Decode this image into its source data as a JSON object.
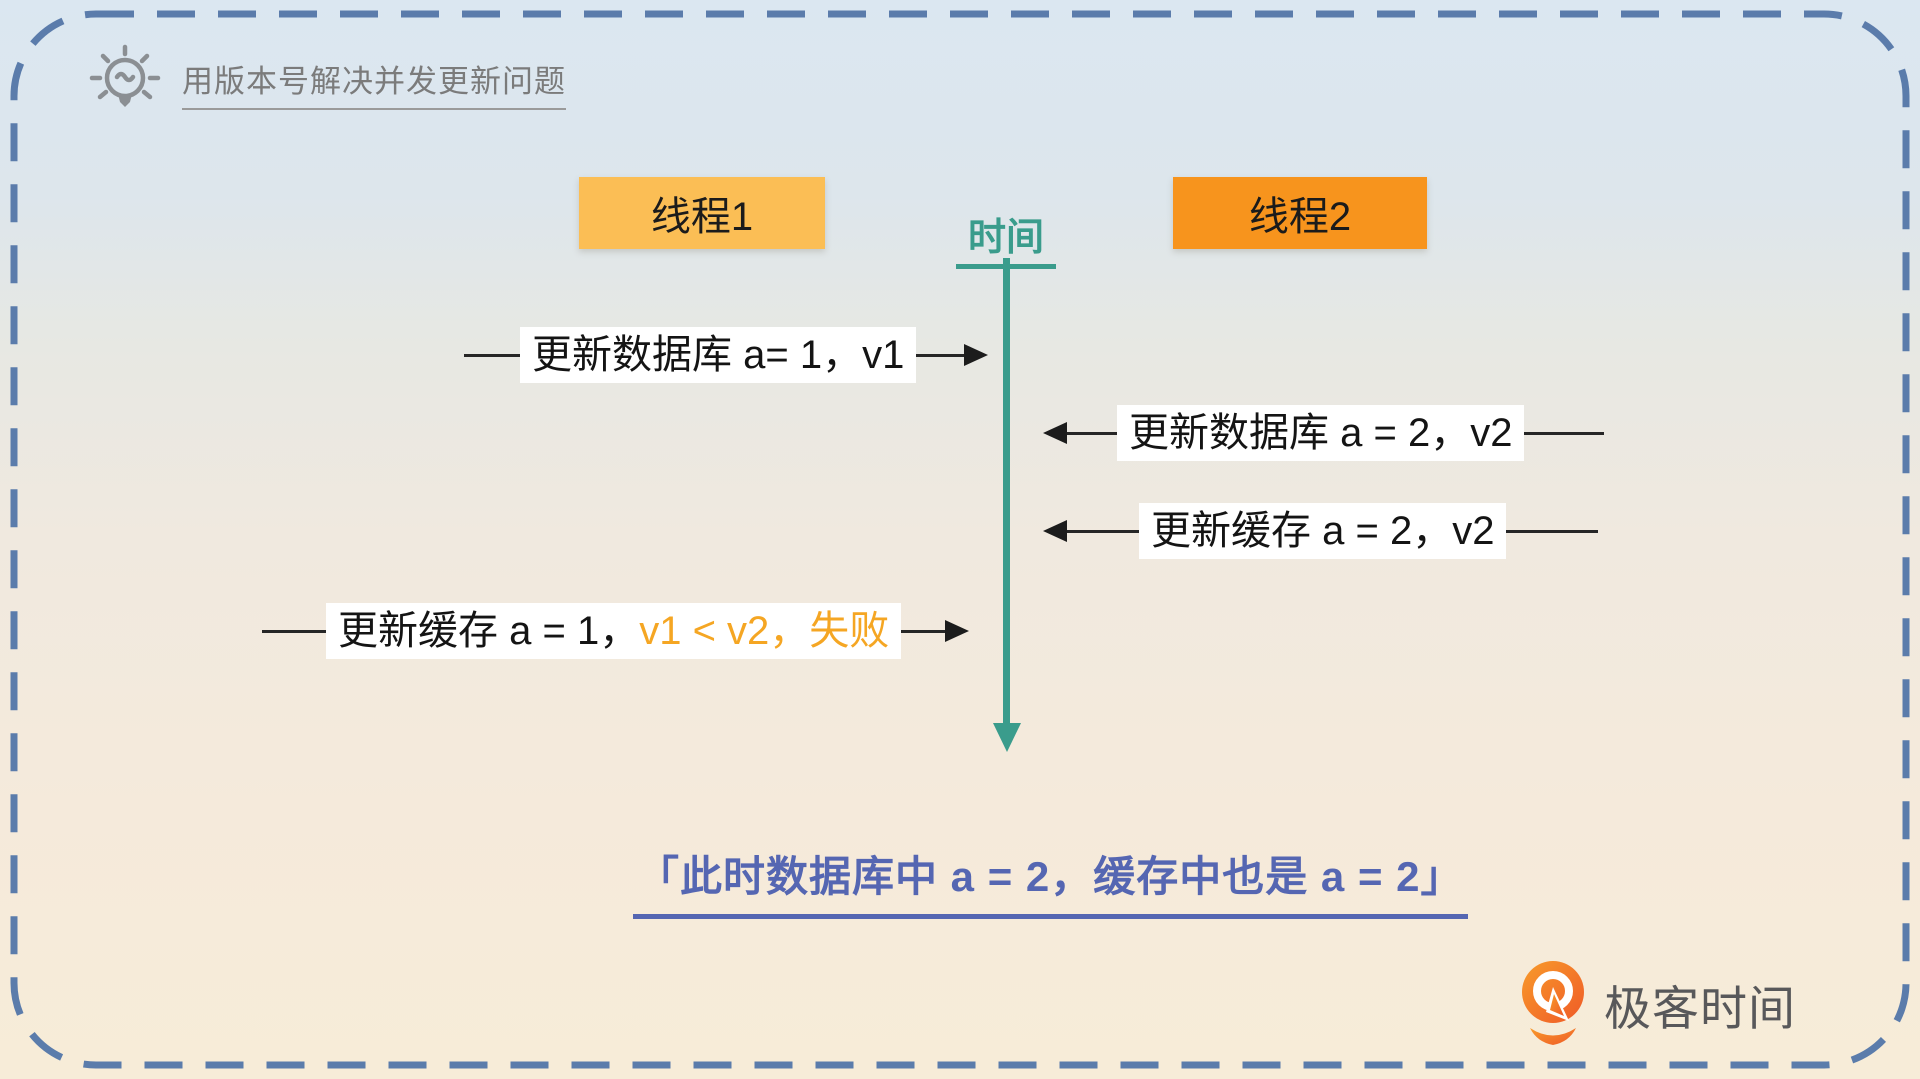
{
  "header": {
    "title": "用版本号解决并发更新问题"
  },
  "threads": {
    "thread1_label": "线程1",
    "thread2_label": "线程2"
  },
  "timeline": {
    "label": "时间"
  },
  "messages": [
    {
      "text": "更新数据库 a= 1，v1",
      "direction": "right",
      "from": "thread1"
    },
    {
      "text": "更新数据库 a = 2，v2",
      "direction": "left",
      "from": "thread2"
    },
    {
      "text": "更新缓存 a = 2，v2",
      "direction": "left",
      "from": "thread2"
    },
    {
      "text_black": "更新缓存 a = 1，",
      "text_orange": "v1 < v2，失败",
      "direction": "right",
      "from": "thread1"
    }
  ],
  "conclusion": {
    "text": "「此时数据库中 a = 2，缓存中也是 a = 2」"
  },
  "logo": {
    "text": "极客时间"
  },
  "icons": {
    "bulb": "bulb-icon",
    "logo_mark": "geektime-logo-icon"
  },
  "colors": {
    "thread1_bg": "#FBBE55",
    "thread2_bg": "#F7941D",
    "timeline": "#3A9C8C",
    "highlight_orange": "#F5A623",
    "conclusion_blue": "#5566B2",
    "border_dash": "#5B7CAB",
    "bg_top": "#DBE7F1",
    "bg_bottom": "#F7ECD8",
    "logo_orange_light": "#F89B2A",
    "logo_orange_dark": "#EF5A28"
  }
}
